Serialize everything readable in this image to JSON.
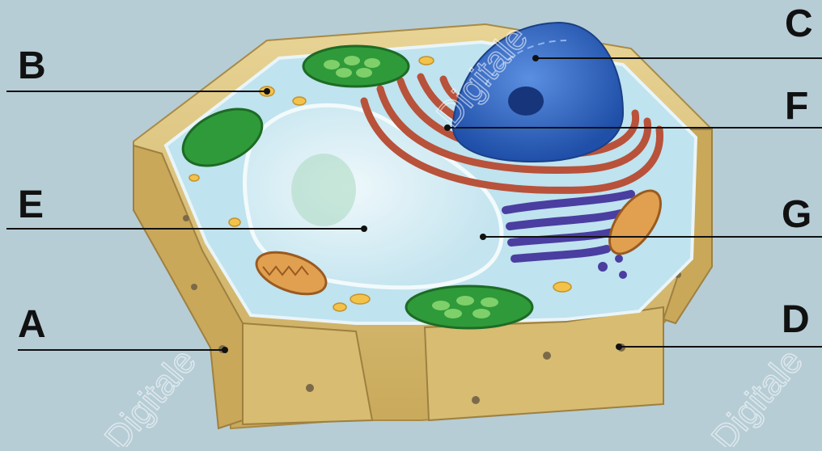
{
  "diagram": {
    "labels": [
      {
        "id": "A",
        "text": "A"
      },
      {
        "id": "B",
        "text": "B"
      },
      {
        "id": "C",
        "text": "C"
      },
      {
        "id": "D",
        "text": "D"
      },
      {
        "id": "E",
        "text": "E"
      },
      {
        "id": "F",
        "text": "F"
      },
      {
        "id": "G",
        "text": "G"
      }
    ],
    "watermark": "Digitale",
    "colors": {
      "background": "#b6cdd6",
      "cell_wall": "#d9c07a",
      "cytoplasm": "#bfe3ef",
      "vacuole": "#d7eef6",
      "nucleus": "#3a6fc7",
      "rough_er": "#b8523a",
      "golgi": "#4a3ea0",
      "chloroplast": "#2f9a3a",
      "mitochondrion": "#d08a3a"
    }
  }
}
